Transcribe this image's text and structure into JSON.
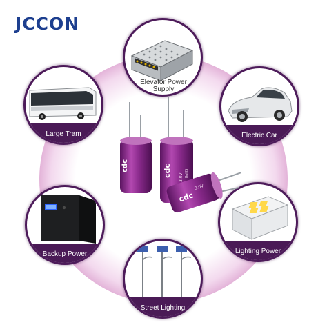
{
  "brand": {
    "name": "JCCON"
  },
  "applications": [
    {
      "label": "Elevator Power Supply",
      "icon": "power-supply-icon"
    },
    {
      "label": "Large Tram",
      "icon": "tram-icon"
    },
    {
      "label": "Electric Car",
      "icon": "car-icon"
    },
    {
      "label": "Backup Power",
      "icon": "ups-icon"
    },
    {
      "label": "Lighting Power",
      "icon": "led-driver-icon"
    },
    {
      "label": "Street Lighting",
      "icon": "street-lamp-icon"
    }
  ],
  "product": {
    "cap_text_1": "cdc",
    "cap_text_2": "3.0V",
    "cap_text_3": "RoHS",
    "colors": {
      "body": "#8a2a8c",
      "sleeve_dark": "#5a1460",
      "lead": "#9aa0a6"
    }
  },
  "colors": {
    "brand": "#1d3f8f",
    "ring_dark": "#4a1a56",
    "glow": "#d796c8"
  }
}
